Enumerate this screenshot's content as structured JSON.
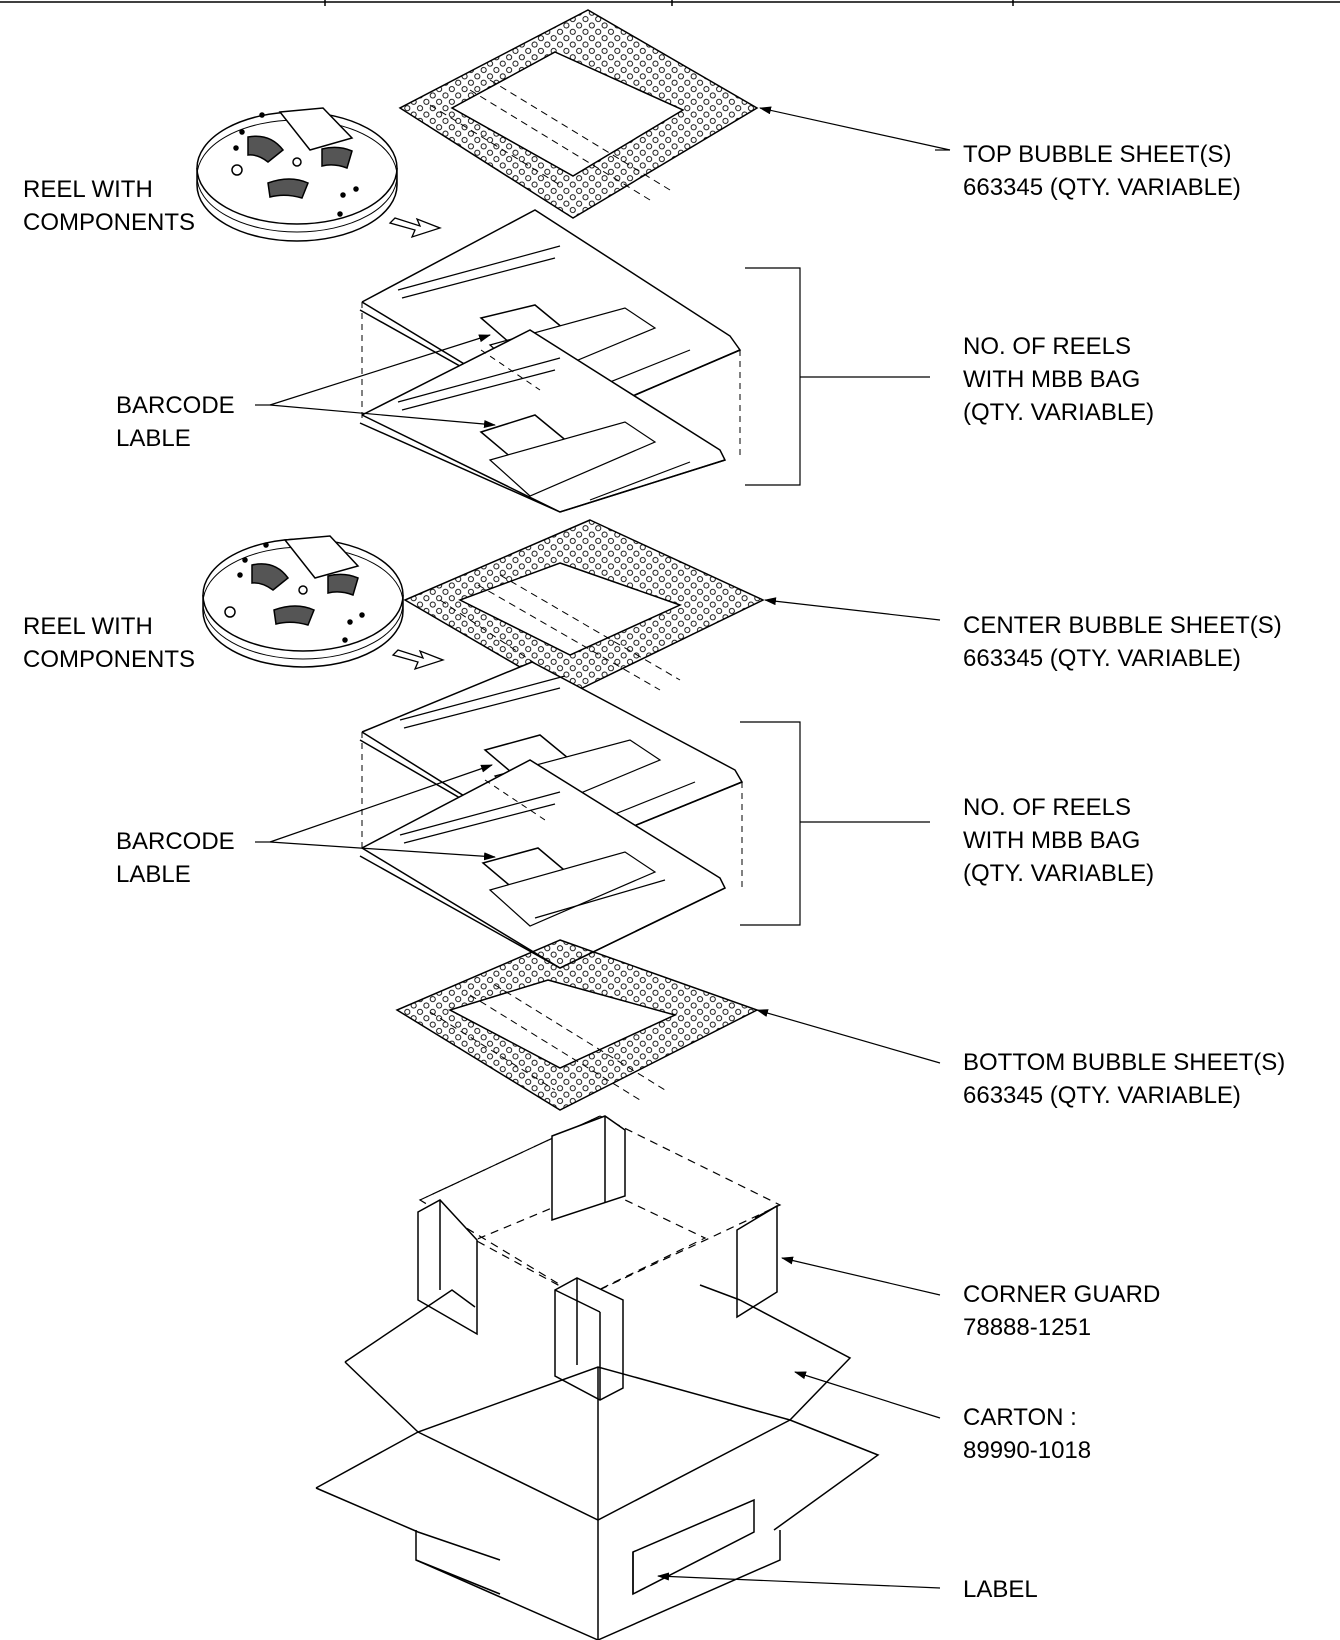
{
  "labels": {
    "reel_1": [
      "REEL WITH",
      "COMPONENTS"
    ],
    "reel_2": [
      "REEL WITH",
      "COMPONENTS"
    ],
    "barcode_1": [
      "BARCODE",
      "LABLE"
    ],
    "barcode_2": [
      "BARCODE",
      "LABLE"
    ],
    "top_bubble": [
      "TOP BUBBLE SHEET(S)",
      "663345 (QTY. VARIABLE)"
    ],
    "reels_mbb_1": [
      "NO. OF REELS",
      "WITH MBB BAG",
      "(QTY. VARIABLE)"
    ],
    "center_bubble": [
      "CENTER BUBBLE SHEET(S)",
      "663345 (QTY. VARIABLE)"
    ],
    "reels_mbb_2": [
      "NO. OF REELS",
      "WITH MBB BAG",
      "(QTY. VARIABLE)"
    ],
    "bottom_bubble": [
      "BOTTOM BUBBLE SHEET(S)",
      "663345 (QTY. VARIABLE)"
    ],
    "corner_guard": [
      "CORNER GUARD",
      "78888-1251"
    ],
    "carton": [
      "CARTON :",
      "89990-1018"
    ],
    "label": [
      "LABEL"
    ]
  },
  "colors": {
    "line": "#000000",
    "background": "#ffffff"
  }
}
